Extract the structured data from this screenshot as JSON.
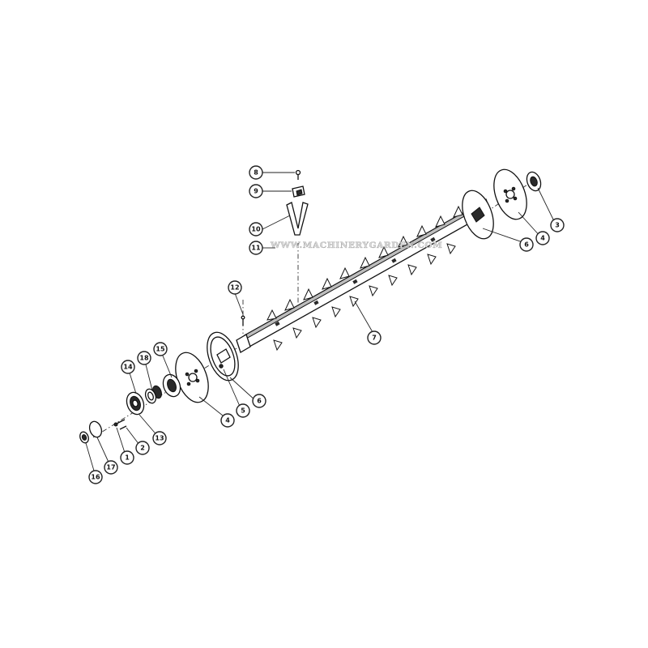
{
  "watermark": "WWW.MACHINERYGARDEN.COM",
  "callouts": [
    "1",
    "2",
    "3",
    "4",
    "5",
    "6",
    "7",
    "8",
    "9",
    "10",
    "11",
    "12",
    "13",
    "14",
    "15",
    "16",
    "17",
    "18"
  ]
}
